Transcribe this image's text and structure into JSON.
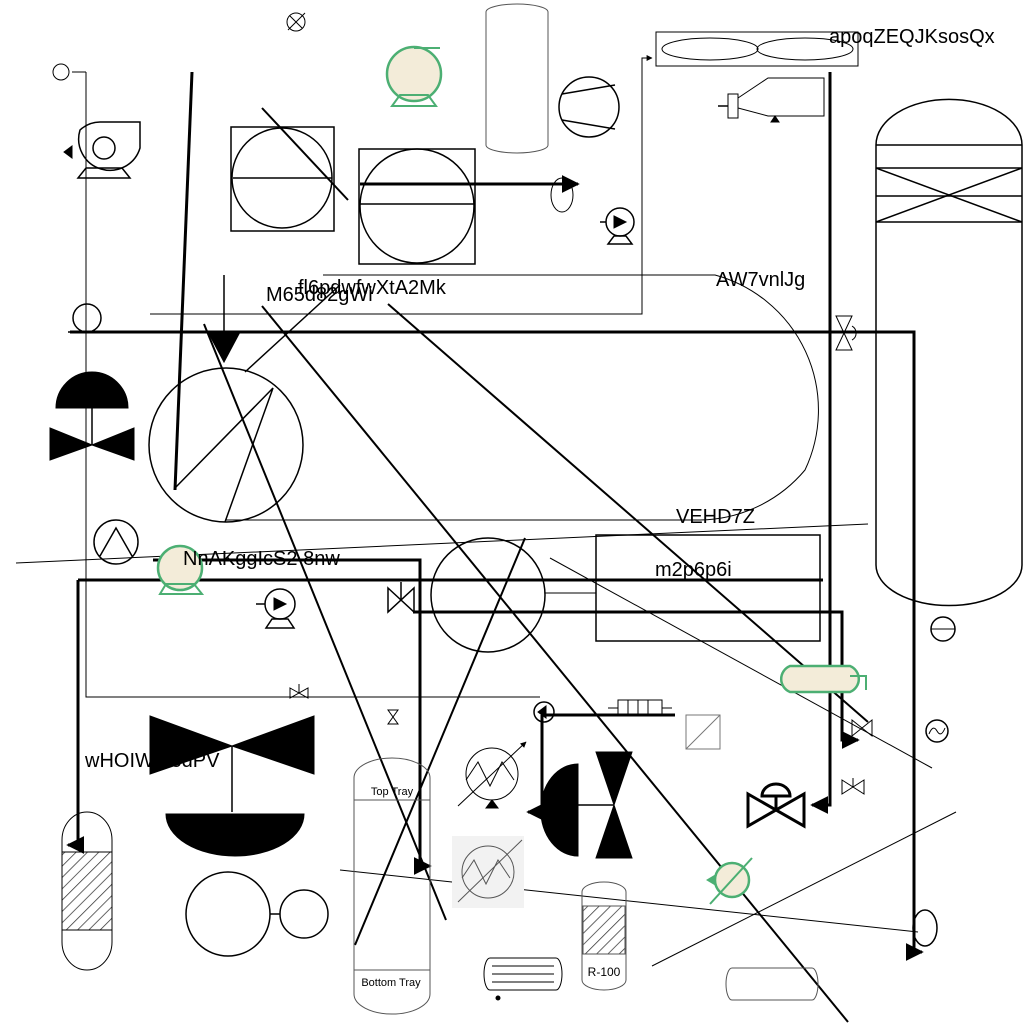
{
  "diagram": {
    "labels": {
      "l1": "apoqZEQJKsosQx",
      "l2": "fl6pdwfwXtA2Mk",
      "l3": "M65d82gWi",
      "l4": "AW7vnlJg",
      "l5": "VEHD7Z",
      "l6": "m2p6p6i",
      "l7": "NnAKggIcS2 8nw",
      "l8": "wHOIW1I8dPV"
    },
    "vessel_labels": {
      "top_tray": "Top Tray",
      "bottom_tray": "Bottom Tray",
      "reactor": "R-100"
    },
    "colors": {
      "line": "#000000",
      "equipment_green": "#4caf73",
      "equipment_fill": "#f3ecd9"
    }
  }
}
